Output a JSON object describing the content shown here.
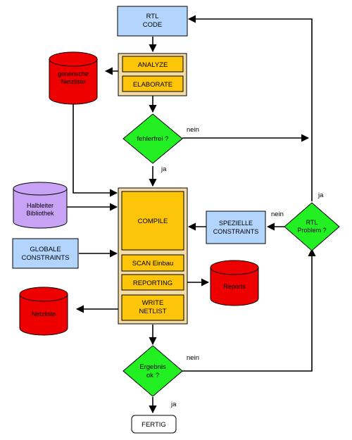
{
  "colors": {
    "blue": "#b3d4fc",
    "orange": "#fcc50a",
    "orange_panel": "#f5dca6",
    "green": "#22f022",
    "red": "#ee0000",
    "purple": "#c8a3f5"
  },
  "nodes": {
    "rtl_code": [
      "RTL",
      "CODE"
    ],
    "analyze": "ANALYZE",
    "elaborate": "ELABORATE",
    "generic_netlist": [
      "generische",
      "Netzliste"
    ],
    "fehlerfrei": "fehlerfrei ?",
    "halbleiter": [
      "Halbleiter",
      "Bibliothek"
    ],
    "compile": "COMPILE",
    "globale": [
      "GLOBALE",
      "CONSTRAINTS"
    ],
    "scan": "SCAN Einbau",
    "reporting": "REPORTING",
    "reports": "Reports",
    "write_netlist": [
      "WRITE",
      "NETLIST"
    ],
    "netzliste": "Netzliste",
    "spezielle": [
      "SPEZIELLE",
      "CONSTRAINTS"
    ],
    "rtl_problem": [
      "RTL",
      "Problem ?"
    ],
    "ergebnis": [
      "Ergebnis",
      "ok ?"
    ],
    "fertig": "FERTIG"
  },
  "edge_labels": {
    "nein_fehlerfrei": "nein",
    "ja_fehlerfrei": "ja",
    "nein_rtl": "nein",
    "ja_rtl": "ja",
    "nein_ergebnis": "nein",
    "ja_ergebnis": "ja"
  }
}
